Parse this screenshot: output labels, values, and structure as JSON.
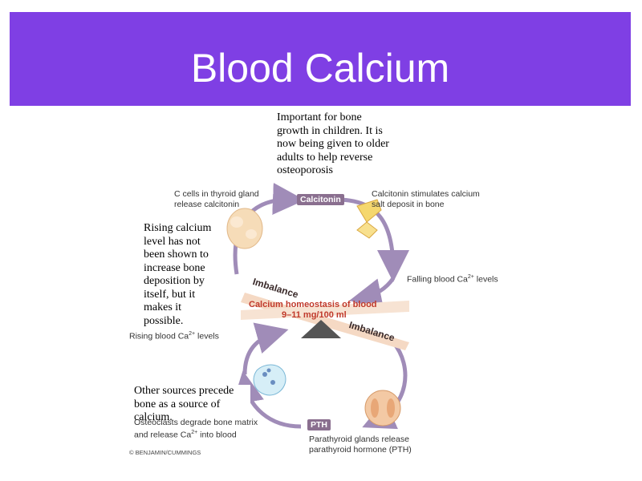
{
  "slide": {
    "title": "Blood Calcium"
  },
  "diagram": {
    "note_top": "Important for bone growth in children. It is now being given to older adults to help reverse osteoporosis",
    "note_left": "Rising calcium level has not been shown to increase bone deposition by itself, but it makes it possible.",
    "note_bottom": "Other sources precede bone as a source of calcium.",
    "label_c_cells_1": "C cells in thyroid gland",
    "label_c_cells_2": "release calcitonin",
    "label_calcitonin": "Calcitonin",
    "label_calcitonin_stim_1": "Calcitonin stimulates calcium",
    "label_calcitonin_stim_2": "salt deposit in bone",
    "label_falling_pre": "Falling blood Ca",
    "label_falling_sup": "2+",
    "label_falling_post": " levels",
    "label_rising_pre": "Rising blood Ca",
    "label_rising_sup": "2+",
    "label_rising_post": " levels",
    "label_imbalance_top": "Imbalance",
    "label_imbalance_bottom": "Imbalance",
    "label_homeostasis_1": "Calcium homeostasis of blood",
    "label_homeostasis_2": "9–11 mg/100 ml",
    "label_osteoclasts_1": "Osteoclasts degrade bone matrix",
    "label_osteoclasts_2_pre": "and release Ca",
    "label_osteoclasts_2_sup": "2+",
    "label_osteoclasts_2_post": " into blood",
    "label_pth": "PTH",
    "label_parathyroid_1": "Parathyroid glands release",
    "label_parathyroid_2": "parathyroid hormone (PTH)",
    "copyright": "© BENJAMIN/CUMMINGS"
  },
  "colors": {
    "header": "#7f3fe4",
    "cycle_arrow": "#a08cb8",
    "seesaw_plank": "#f5d9c4",
    "homeostasis_text": "#c0392b",
    "label_box": "#8a6f8f",
    "fulcrum": "#555555"
  }
}
